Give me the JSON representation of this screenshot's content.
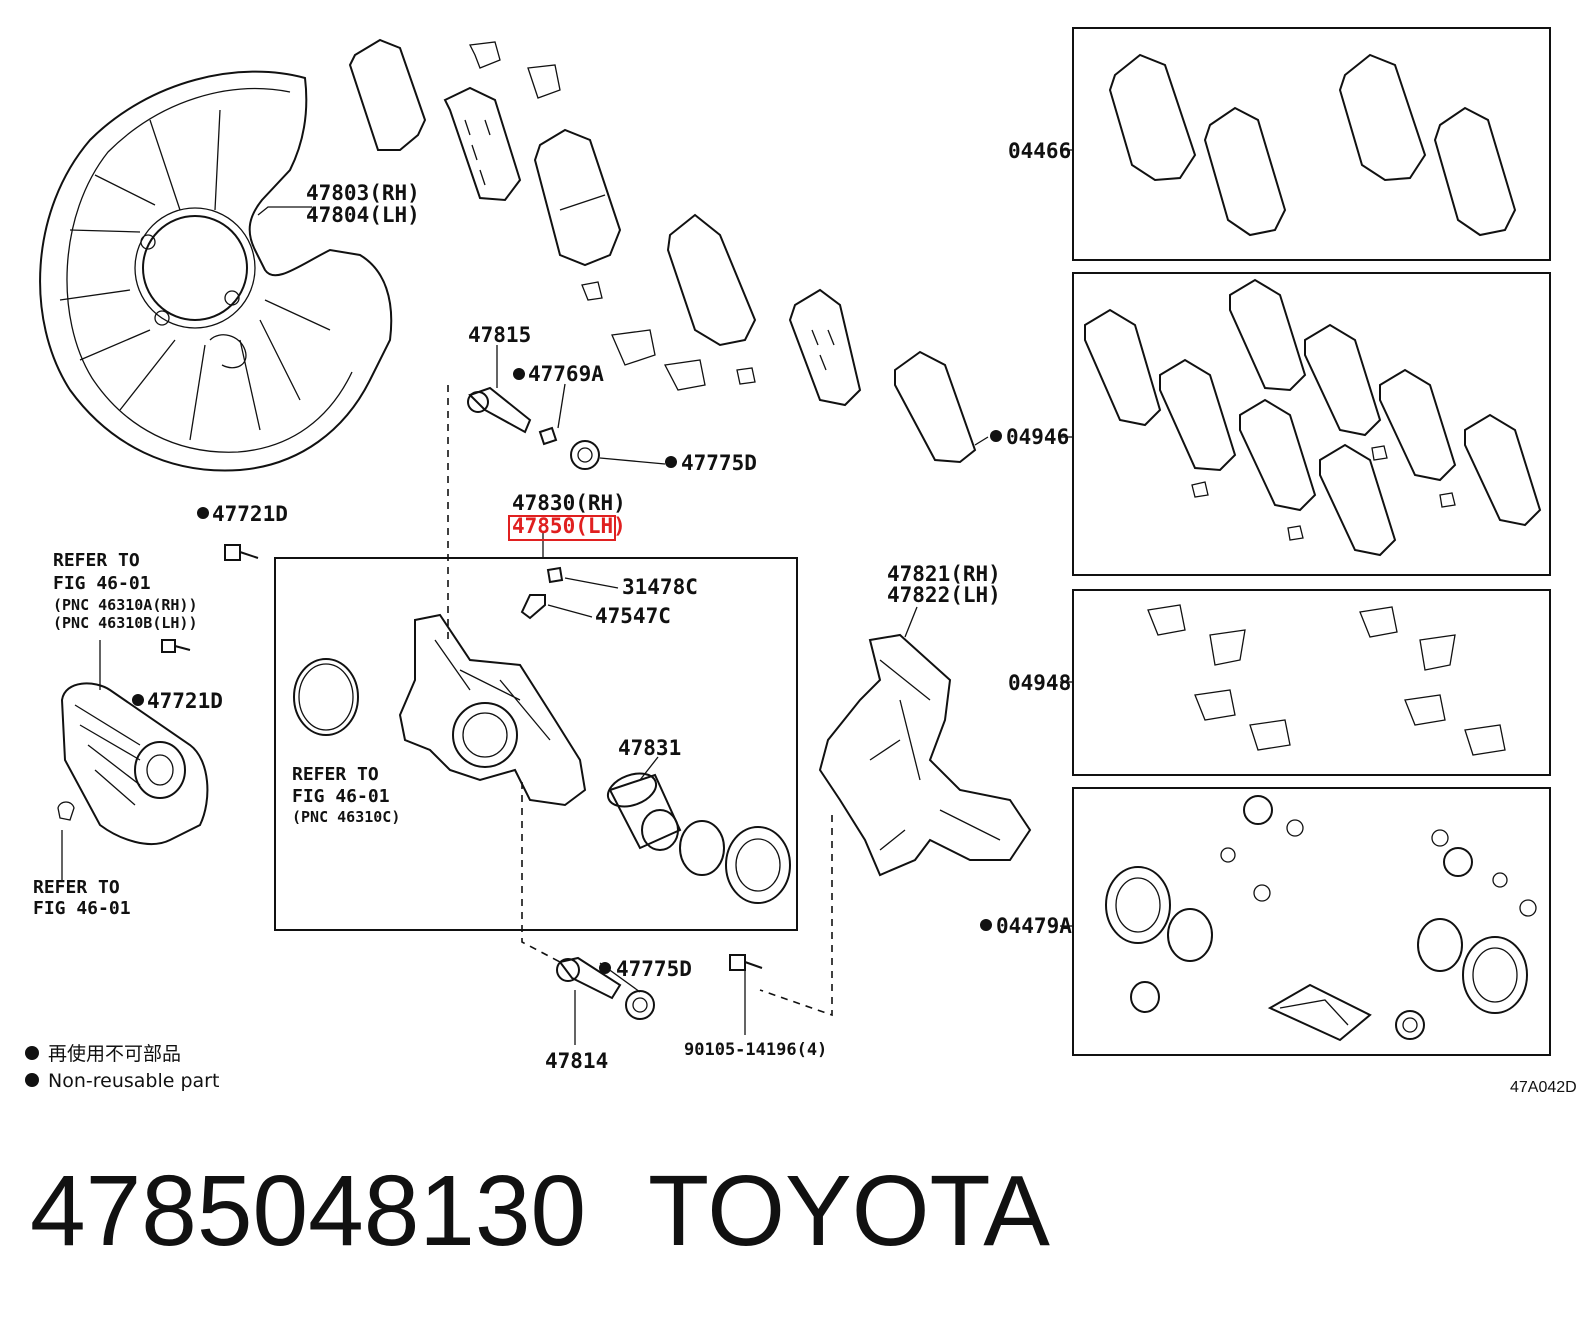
{
  "callouts": {
    "c47803": "47803(RH)",
    "c47804": "47804(LH)",
    "c47815": "47815",
    "c47769a": "47769A",
    "c47775d_top": "47775D",
    "c47830": "47830(RH)",
    "c47850": "47850(LH)",
    "c47721d_top": "47721D",
    "c47721d_mid": "47721D",
    "c31478c": "31478C",
    "c47547c": "47547C",
    "c47821": "47821(RH)",
    "c47822": "47822(LH)",
    "c47831": "47831",
    "c47775d_bot": "47775D",
    "c47814": "47814",
    "c90105": "90105-14196(4)",
    "c04466": "04466",
    "c04946": "04946",
    "c04948": "04948",
    "c04479a": "04479A"
  },
  "refer_notes": {
    "ref1_line1": "REFER TO",
    "ref1_line2": "FIG 46-01",
    "ref1_line3": "(PNC 46310A(RH))",
    "ref1_line4": "(PNC 46310B(LH))",
    "ref2_line1": "REFER TO",
    "ref2_line2": "FIG 46-01",
    "ref2_line3": "(PNC 46310C)",
    "ref3_line1": "REFER TO",
    "ref3_line2": "FIG 46-01"
  },
  "legend": {
    "line_cn": "再使用不可部品",
    "line_en": "Non-reusable part"
  },
  "figure_code": "47A042D",
  "footer": {
    "part_number": "4785048130",
    "brand": "TOYOTA"
  },
  "colors": {
    "highlight": "#e02020",
    "ink": "#111111"
  }
}
